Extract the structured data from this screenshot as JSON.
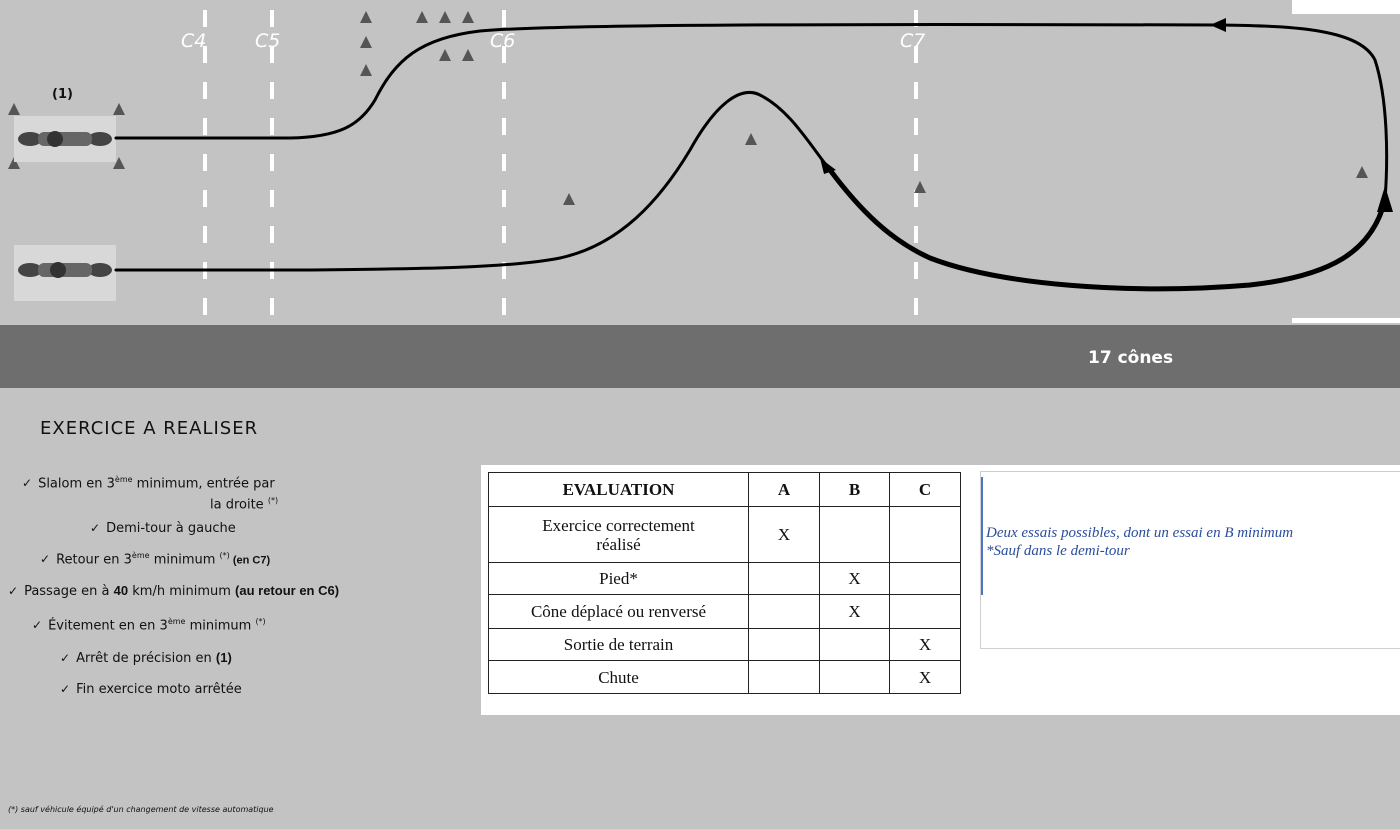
{
  "track": {
    "lane_labels": [
      "C4",
      "C5",
      "C6",
      "C7"
    ],
    "point_label": "(1)",
    "cone_count": "17 cônes"
  },
  "exercise": {
    "title": "EXERCICE A  REALISER",
    "items": [
      {
        "parts": [
          {
            "t": "Slalom en 3"
          },
          {
            "t": "ème",
            "sup": true
          },
          {
            "t": " minimum, entrée par"
          }
        ]
      },
      {
        "parts": [
          {
            "t": "la droite "
          },
          {
            "t": "(*)",
            "sup": true
          }
        ]
      },
      {
        "parts": [
          {
            "t": "Demi-tour à gauche"
          }
        ]
      },
      {
        "parts": [
          {
            "t": "Retour en 3"
          },
          {
            "t": "ème",
            "sup": true
          },
          {
            "t": " minimum "
          },
          {
            "t": "(*)",
            "sup": true
          },
          {
            "t": " (en C7)",
            "bold": true,
            "small": true
          }
        ]
      },
      {
        "parts": [
          {
            "t": "Passage en à "
          },
          {
            "t": "40",
            "bold": true
          },
          {
            "t": " km/h minimum "
          },
          {
            "t": "(au retour en C6)",
            "bold": true
          }
        ]
      },
      {
        "parts": [
          {
            "t": "Évitement en en 3"
          },
          {
            "t": "ème",
            "sup": true
          },
          {
            "t": " minimum "
          },
          {
            "t": "(*)",
            "sup": true
          }
        ]
      },
      {
        "parts": [
          {
            "t": "Arrêt de précision en "
          },
          {
            "t": "(1)",
            "bold": true
          }
        ]
      },
      {
        "parts": [
          {
            "t": "Fin exercice moto arrêtée"
          }
        ]
      }
    ],
    "footnote": "(*) sauf véhicule équipé d'un changement de vitesse automatique"
  },
  "evaluation": {
    "headers": [
      "EVALUATION",
      "A",
      "B",
      "C"
    ],
    "rows": [
      [
        "Exercice correctement réalisé",
        "X",
        "",
        ""
      ],
      [
        "Pied*",
        "",
        "X",
        ""
      ],
      [
        "Cône déplacé ou renversé",
        "",
        "X",
        ""
      ],
      [
        "Sortie de terrain",
        "",
        "",
        "X"
      ],
      [
        "Chute",
        "",
        "",
        "X"
      ]
    ]
  },
  "note": {
    "line1": "Deux essais possibles, dont un essai en B minimum",
    "line2": "*Sauf dans le demi-tour"
  }
}
